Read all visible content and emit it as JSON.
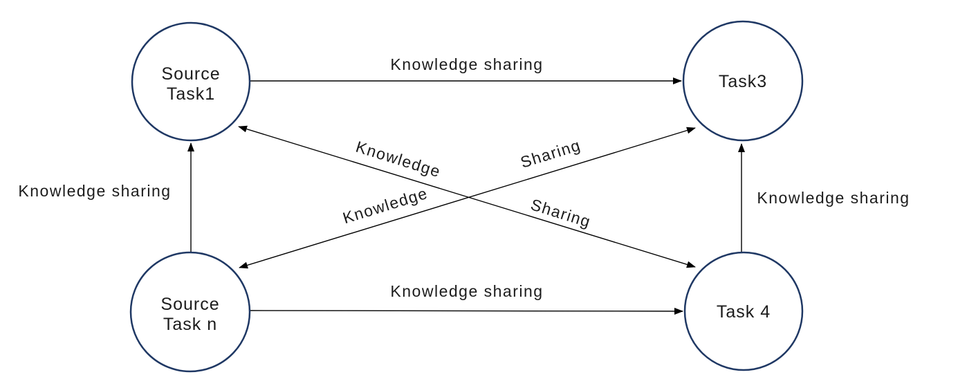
{
  "diagram": {
    "type": "directed-graph",
    "colors": {
      "node_stroke": "#1f3864",
      "edge_color": "#000000",
      "text_color": "#1c1c1c",
      "background": "#ffffff"
    },
    "nodes": [
      {
        "id": "source-task-1",
        "label": "Source Task1",
        "label_lines": [
          "Source",
          "Task1"
        ]
      },
      {
        "id": "task-3",
        "label": "Task3",
        "label_lines": [
          "Task3"
        ]
      },
      {
        "id": "source-task-n",
        "label": "Source Task n",
        "label_lines": [
          "Source",
          "Task n"
        ]
      },
      {
        "id": "task-4",
        "label": "Task 4",
        "label_lines": [
          "Task 4"
        ]
      }
    ],
    "edges": [
      {
        "from": "source-task-1",
        "to": "task-3",
        "bidirectional": false,
        "label": "Knowledge sharing"
      },
      {
        "from": "source-task-n",
        "to": "source-task-1",
        "bidirectional": false,
        "label": "Knowledge sharing"
      },
      {
        "from": "task-4",
        "to": "task-3",
        "bidirectional": false,
        "label": "Knowledge sharing"
      },
      {
        "from": "source-task-n",
        "to": "task-4",
        "bidirectional": false,
        "label": "Knowledge sharing"
      },
      {
        "from": "source-task-n",
        "to": "task-3",
        "bidirectional": true,
        "labels": [
          "Knowledge",
          "Sharing"
        ]
      },
      {
        "from": "source-task-1",
        "to": "task-4",
        "bidirectional": true,
        "labels": [
          "Knowledge",
          "Sharing"
        ]
      }
    ]
  }
}
